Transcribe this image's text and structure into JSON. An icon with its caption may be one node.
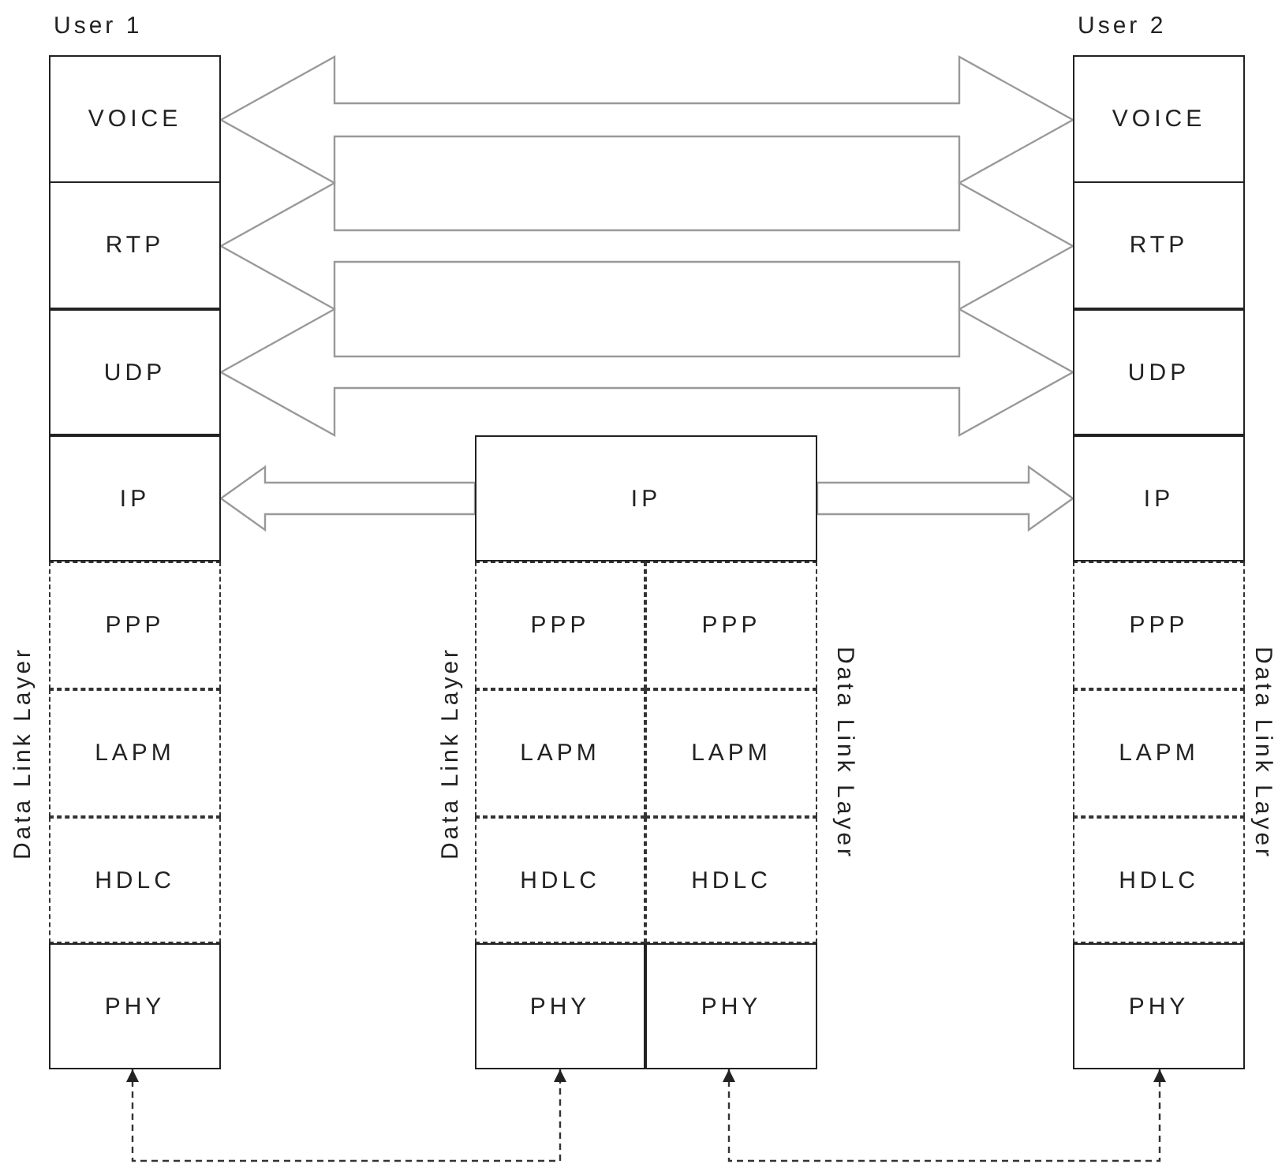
{
  "diagram": {
    "nodes": [
      {
        "text": [
          "VOICE"
        ]
      },
      {
        "text": [
          "RTP"
        ]
      },
      {
        "text": [
          "UDP"
        ]
      },
      {
        "text": [
          "IP"
        ]
      },
      {
        "text": [
          "PPP"
        ]
      },
      {
        "text": [
          "LAPM"
        ]
      },
      {
        "text": [
          "HDLC"
        ]
      },
      {
        "text": [
          "PHY"
        ]
      },
      {
        "text": [
          "IP"
        ]
      },
      {
        "text": [
          "PPP"
        ]
      },
      {
        "text": [
          "PPP"
        ]
      },
      {
        "text": [
          "LAPM"
        ]
      },
      {
        "text": [
          "LAPM"
        ]
      },
      {
        "text": [
          "HDLC"
        ]
      },
      {
        "text": [
          "HDLC"
        ]
      },
      {
        "text": [
          "PHY"
        ]
      },
      {
        "text": [
          "PHY"
        ]
      },
      {
        "text": [
          "VOICE"
        ]
      },
      {
        "text": [
          "RTP"
        ]
      },
      {
        "text": [
          "UDP"
        ]
      },
      {
        "text": [
          "IP"
        ]
      },
      {
        "text": [
          "PPP"
        ]
      },
      {
        "text": [
          "LAPM"
        ]
      },
      {
        "text": [
          "HDLC"
        ]
      },
      {
        "text": [
          "PHY"
        ]
      }
    ],
    "edges": [
      {
        "from": 0,
        "to": 17,
        "arrow": "both"
      },
      {
        "from": 1,
        "to": 18,
        "arrow": "both"
      },
      {
        "from": 2,
        "to": 19,
        "arrow": "both"
      },
      {
        "from": 8,
        "to": 3,
        "arrow": "to"
      },
      {
        "from": 8,
        "to": 20,
        "arrow": "to"
      },
      {
        "from": 7,
        "to": 15,
        "arrow": "both",
        "style": "dashed"
      },
      {
        "from": 16,
        "to": 24,
        "arrow": "both",
        "style": "dashed"
      }
    ],
    "labels": [
      "User 1",
      "User 2",
      "Data Link Layer",
      "Data Link Layer",
      "Data Link Layer",
      "Data Link Layer"
    ]
  }
}
